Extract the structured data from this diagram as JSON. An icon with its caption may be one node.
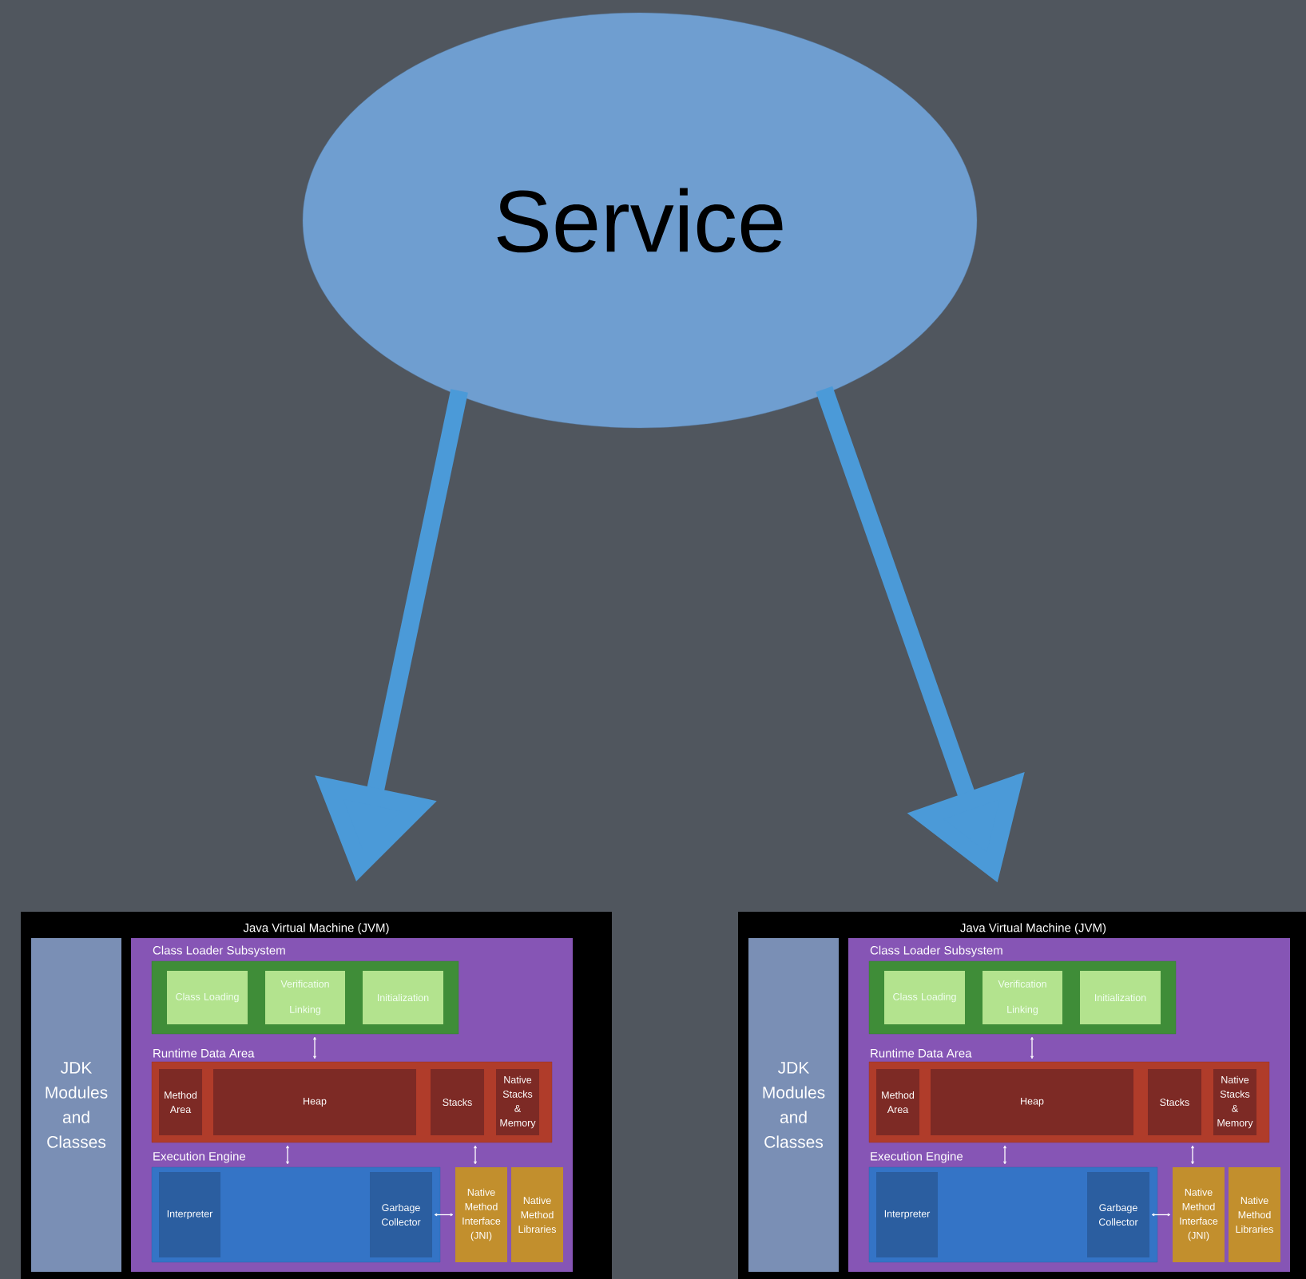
{
  "diagram": {
    "nodes": [
      {
        "text": [
          "Service"
        ]
      },
      {
        "text": [
          "Java Virtual Machine (JVM)"
        ]
      },
      {
        "text": [
          "JDK Modules and Classes"
        ],
        "in": 1
      },
      {
        "text": [],
        "shape": "box",
        "in": 1
      },
      {
        "text": [
          "Class Loader Subsystem"
        ],
        "in": 3
      },
      {
        "text": [
          "Class Loading"
        ],
        "in": 4
      },
      {
        "text": [
          "Verification",
          "Linking"
        ],
        "in": 4
      },
      {
        "text": [
          "Initialization"
        ],
        "in": 4
      },
      {
        "text": [
          "Runtime Data Area"
        ],
        "in": 3
      },
      {
        "text": [
          "Method Area"
        ],
        "in": 8
      },
      {
        "text": [
          "Heap"
        ],
        "in": 8
      },
      {
        "text": [
          "Stacks"
        ],
        "in": 8
      },
      {
        "text": [
          "Native Stacks & Memory"
        ],
        "in": 8
      },
      {
        "text": [
          "Execution Engine"
        ],
        "in": 3
      },
      {
        "text": [
          "Interpreter"
        ],
        "in": 13
      },
      {
        "text": [
          "Garbage Collector"
        ],
        "in": 13
      },
      {
        "text": [
          "Native Method Interface (JNI)"
        ],
        "in": 3
      },
      {
        "text": [
          "Native Method Libraries"
        ],
        "in": 3
      },
      {
        "text": [
          "Java Virtual Machine (JVM)"
        ]
      },
      {
        "text": [
          "JDK Modules and Classes"
        ],
        "in": 18
      },
      {
        "text": [],
        "shape": "box",
        "in": 18
      },
      {
        "text": [
          "Class Loader Subsystem"
        ],
        "in": 20
      },
      {
        "text": [
          "Class Loading"
        ],
        "in": 21
      },
      {
        "text": [
          "Verification",
          "Linking"
        ],
        "in": 21
      },
      {
        "text": [
          "Initialization"
        ],
        "in": 21
      },
      {
        "text": [
          "Runtime Data Area"
        ],
        "in": 20
      },
      {
        "text": [
          "Method Area"
        ],
        "in": 25
      },
      {
        "text": [
          "Heap"
        ],
        "in": 25
      },
      {
        "text": [
          "Stacks"
        ],
        "in": 25
      },
      {
        "text": [
          "Native Stacks & Memory"
        ],
        "in": 25
      },
      {
        "text": [
          "Execution Engine"
        ],
        "in": 20
      },
      {
        "text": [
          "Interpreter"
        ],
        "in": 30
      },
      {
        "text": [
          "Garbage Collector"
        ],
        "in": 30
      },
      {
        "text": [
          "Native Method Interface (JNI)"
        ],
        "in": 20
      },
      {
        "text": [
          "Native Method Libraries"
        ],
        "in": 20
      }
    ],
    "edges": [
      {
        "from": 0,
        "to": 1,
        "arrow": "to",
        "style": "thick",
        "color": "#4b9ad8"
      },
      {
        "from": 0,
        "to": 18,
        "arrow": "to",
        "style": "thick",
        "color": "#4b9ad8"
      },
      {
        "from": 4,
        "to": 8,
        "arrow": "both"
      },
      {
        "from": 8,
        "to": 13,
        "arrow": "both"
      },
      {
        "from": 8,
        "to": 16,
        "arrow": "both"
      },
      {
        "from": 15,
        "to": 16,
        "arrow": "both"
      },
      {
        "from": 21,
        "to": 25,
        "arrow": "both"
      },
      {
        "from": 25,
        "to": 30,
        "arrow": "both"
      },
      {
        "from": 25,
        "to": 33,
        "arrow": "both"
      },
      {
        "from": 32,
        "to": 33,
        "arrow": "both"
      }
    ]
  }
}
